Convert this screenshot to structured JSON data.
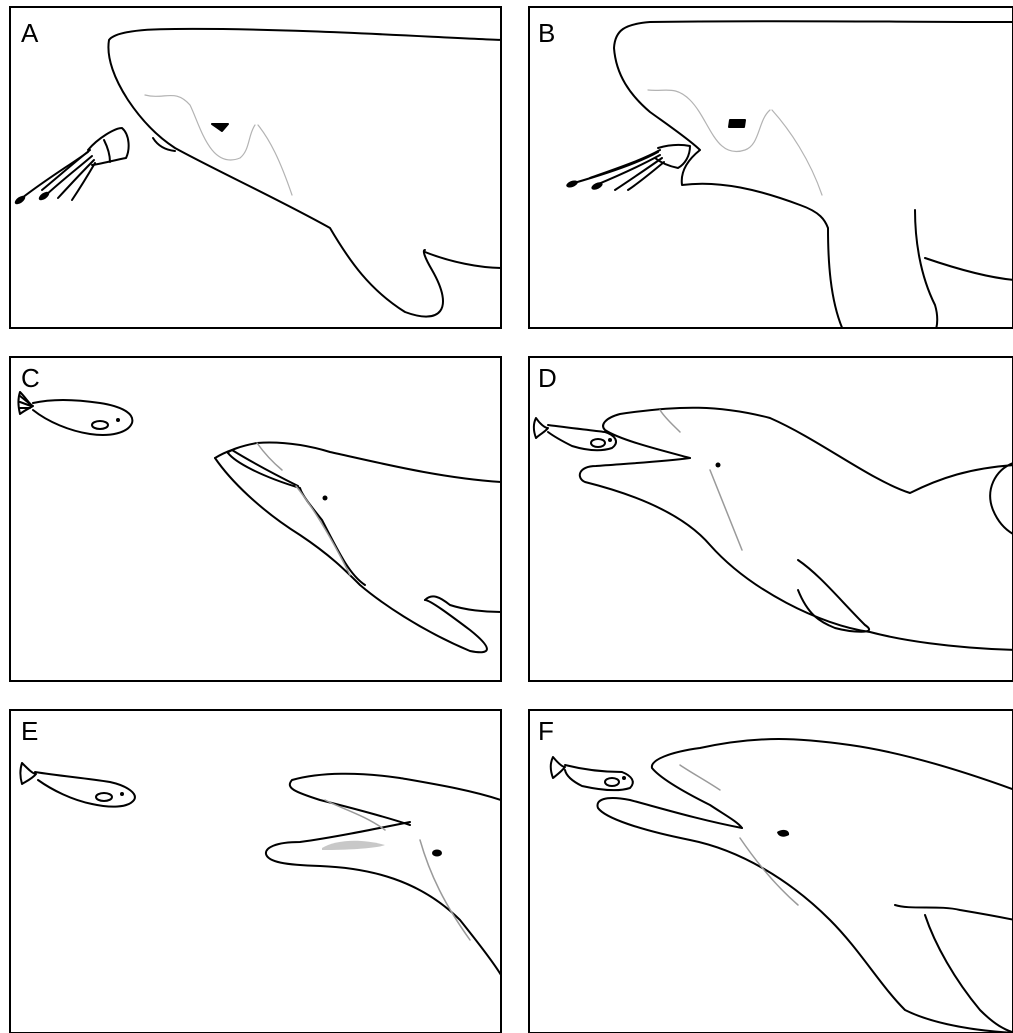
{
  "panels": [
    {
      "label": "A",
      "subject": "whale-with-squid"
    },
    {
      "label": "B",
      "subject": "whale-capturing-squid"
    },
    {
      "label": "C",
      "subject": "dolphin-approaching-fish"
    },
    {
      "label": "D",
      "subject": "dolphin-capturing-fish"
    },
    {
      "label": "E",
      "subject": "dolphin-open-mouth-fish"
    },
    {
      "label": "F",
      "subject": "dolphin-capturing-fish-closeup"
    }
  ],
  "colors": {
    "outline": "#000000",
    "guide_line": "#9a9a9a",
    "tongue": "#c8c8c8"
  }
}
